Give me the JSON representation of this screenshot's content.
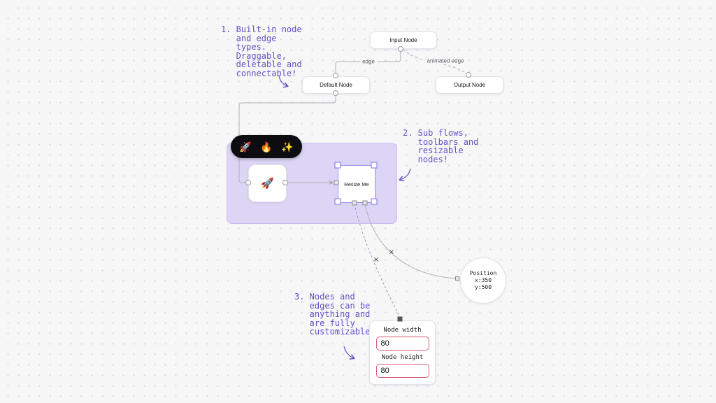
{
  "canvas": {
    "background": "#f7f7f8",
    "dot_color": "#d9d9e1"
  },
  "annotations": {
    "a1": "1. Built-in node\n   and edge\n   types.\n   Draggable,\n   deletable and\n   connectable!",
    "a2": "2. Sub flows,\n   toolbars and\n   resizable\n   nodes!",
    "a3": "3. Nodes and\n   edges can be\n   anything and\n   are fully\n   customizable!"
  },
  "nodes": {
    "input_node": {
      "label": "Input Node"
    },
    "default_node": {
      "label": "Default Node"
    },
    "output_node": {
      "label": "Output Node"
    },
    "rocket_node": {
      "emoji": "🚀"
    },
    "resize_node": {
      "label": "Resize Me"
    },
    "position_node": {
      "line1": "Position",
      "line2": "x:350",
      "line3": "y:500"
    },
    "form_node": {
      "width_label": "Node width",
      "width_value": "80",
      "height_label": "Node height",
      "height_value": "80"
    }
  },
  "toolbar": {
    "items": [
      "🚀",
      "🔥",
      "✨"
    ]
  },
  "edges": {
    "label_edge": "edge",
    "label_animated_edge": "animated edge",
    "midpoint_marker": "×"
  },
  "colors": {
    "annotation_purple": "#6152c4",
    "subflow_fill": "#ddd5f5",
    "subflow_border": "#c8bcf0",
    "resize_accent": "#9e91f0",
    "form_input_border": "#d95c77",
    "edge_stroke": "#b1b1b7",
    "toolbar_bg": "#0d0d11"
  }
}
